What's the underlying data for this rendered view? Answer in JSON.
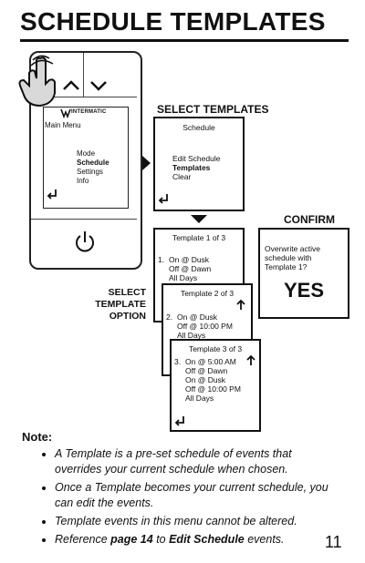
{
  "page": {
    "title": "SCHEDULE TEMPLATES",
    "page_number": "11"
  },
  "device": {
    "brand": "INTERMATIC",
    "brand_mark": "W",
    "menu_title": "Main Menu",
    "menu_items": [
      {
        "label": "Mode",
        "bold": false
      },
      {
        "label": "Schedule",
        "bold": true
      },
      {
        "label": "Settings",
        "bold": false
      },
      {
        "label": "Info",
        "bold": false
      }
    ]
  },
  "labels": {
    "select_templates": "SELECT TEMPLATES",
    "confirm": "CONFIRM",
    "select_template_option": [
      "SELECT",
      "TEMPLATE",
      "OPTION"
    ]
  },
  "schedule_screen": {
    "title": "Schedule",
    "items": [
      {
        "label": "Edit Schedule",
        "bold": false
      },
      {
        "label": "Templates",
        "bold": true
      },
      {
        "label": "Clear",
        "bold": false
      }
    ]
  },
  "template_screens": [
    {
      "title": "Template 1 of 3",
      "number": "1.",
      "lines": [
        "On @ Dusk",
        "Off @ Dawn",
        "All Days"
      ]
    },
    {
      "title": "Template 2 of 3",
      "number": "2.",
      "lines": [
        "On @ Dusk",
        "Off @ 10:00 PM",
        "All Days"
      ]
    },
    {
      "title": "Template 3 of 3",
      "number": "3.",
      "lines": [
        "On @ 5:00 AM",
        "Off @ Dawn",
        "On @ Dusk",
        "Off @ 10:00 PM",
        "All Days"
      ]
    }
  ],
  "confirm_screen": {
    "lines": [
      "Overwrite active",
      "schedule with",
      "Template 1?"
    ],
    "answer": "YES"
  },
  "notes": {
    "heading": "Note:",
    "bullets": [
      [
        "A Template is a pre-set schedule of events that overrides your current schedule when chosen."
      ],
      [
        "Once a Template becomes your current schedule, you can edit the events."
      ],
      [
        "Template events in this menu cannot be altered."
      ]
    ],
    "reference": {
      "pre": "Reference ",
      "page": "page 14",
      "mid": " to ",
      "target": "Edit Schedule",
      "post": " events."
    }
  },
  "icons": [
    "enter-arrow-icon",
    "up-arrow-icon",
    "down-arrow-icon",
    "power-icon",
    "hand-pointer-icon",
    "flow-arrow-right-icon",
    "flow-arrow-down-icon"
  ]
}
